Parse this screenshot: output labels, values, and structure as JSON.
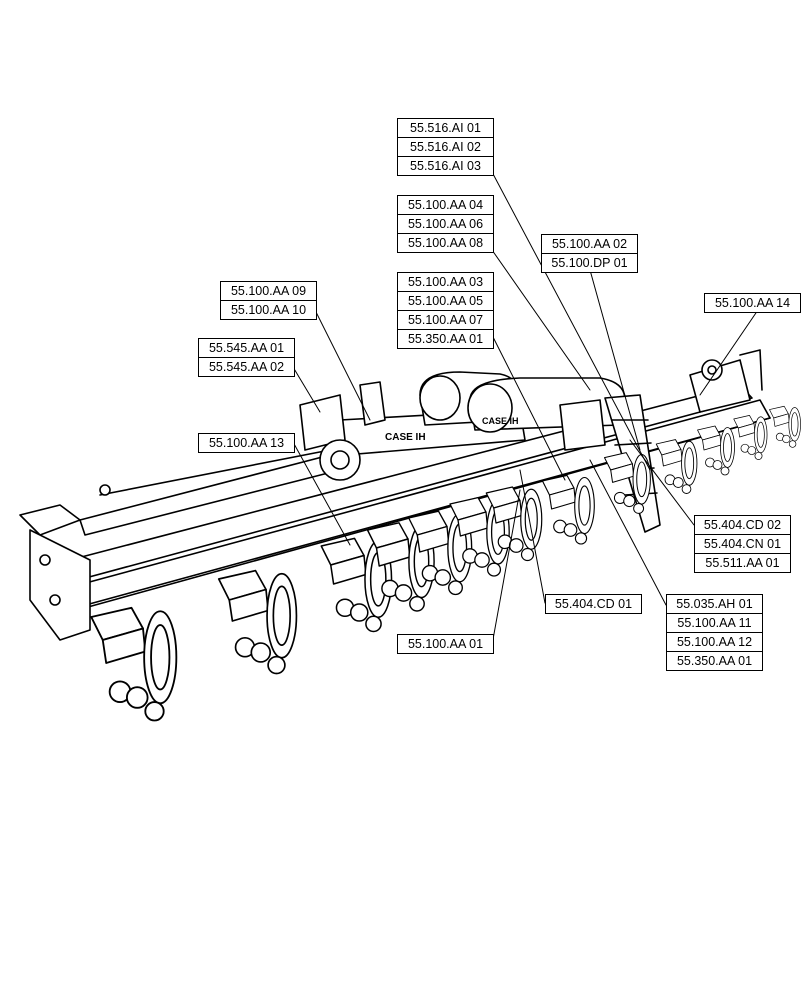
{
  "diagram": {
    "brand_label_left": "CASE IH",
    "brand_label_right": "CASE IH"
  },
  "callouts": {
    "c_516": [
      "55.516.AI 01",
      "55.516.AI 02",
      "55.516.AI 03"
    ],
    "c_aa_even": [
      "55.100.AA 04",
      "55.100.AA 06",
      "55.100.AA 08"
    ],
    "c_dp": [
      "55.100.AA 02",
      "55.100.DP 01"
    ],
    "c_aa_odd": [
      "55.100.AA 03",
      "55.100.AA 05",
      "55.100.AA 07",
      "55.350.AA 01"
    ],
    "c_0910": [
      "55.100.AA 09",
      "55.100.AA 10"
    ],
    "c_14": [
      "55.100.AA 14"
    ],
    "c_545": [
      "55.545.AA 01",
      "55.545.AA 02"
    ],
    "c_13": [
      "55.100.AA 13"
    ],
    "c_cd": [
      "55.404.CD 02",
      "55.404.CN 01",
      "55.511.AA 01"
    ],
    "c_cd01": [
      "55.404.CD 01"
    ],
    "c_ah": [
      "55.035.AH 01",
      "55.100.AA 11",
      "55.100.AA 12",
      "55.350.AA 01"
    ],
    "c_aa01": [
      "55.100.AA 01"
    ]
  }
}
